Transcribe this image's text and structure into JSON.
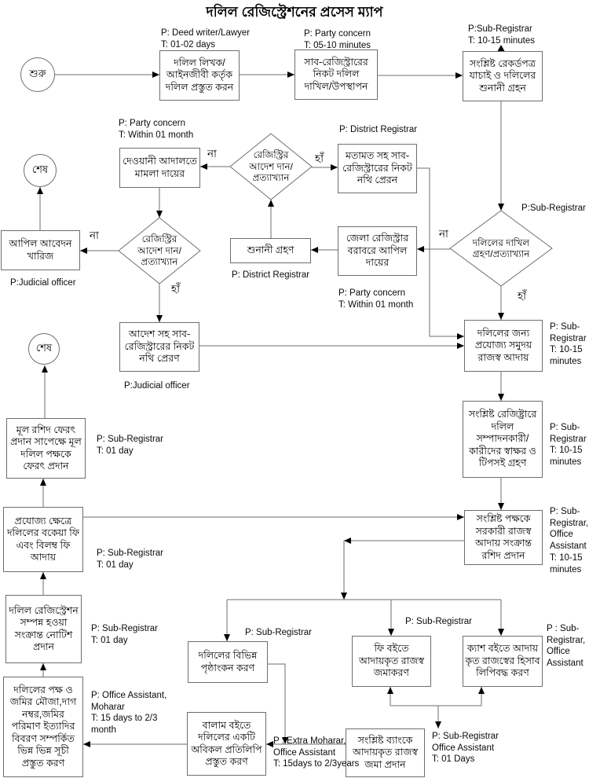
{
  "title": "দলিল রেজিস্ট্রেশনের প্রসেস ম্যাপ",
  "terminals": {
    "start": "শুরু",
    "end_top": "শেষ",
    "end_mid": "শেষ"
  },
  "nodes": {
    "prepare_deed": "দলিল লিখক/\nআইনজীবী কর্তৃক\nদলিল প্রস্তুত করন",
    "submit_deed": "সাব-রেজিস্ট্রারের\nনিকট দলিল\nদাখিল/উপস্থাপন",
    "verify_records": "সংশ্লিষ্ট রেকর্ডপত্র\nযাচাই ও দলিলের\nশুনানী গ্রহন",
    "civil_suit": "দেওয়ানী আদালতে\nমামলা দায়ের",
    "send_file_opinion": "মতামত সহ সাব-\nরেজিস্ট্রারের নিকট\nনথি প্রেরন",
    "appeal_district_registrar": "জেলা রেজিস্ট্রার\nবরাবরে আপিল\nদায়ের",
    "hearing": "শুনানী গ্রহণ",
    "appeal_dismissed": "আপিল আবেদন\nখারিজ",
    "send_file_order": "আদেশ সহ সাব-\nরেজিস্ট্রারের নিকট\nনথি প্রেরণ",
    "collect_revenue": "দলিলের জন্য\nপ্রযোজ্য সমুদয়\nরাজস্ব আদায়",
    "signatures_thumbprints": "সংশ্লিষ্ট রেজিষ্ট্রারে\nদলিল\nসম্পাদনকারী/\nকারীদের স্বাক্ষর ও\nটিপসই গ্রহণ",
    "return_original_deed": "মূল রশিদ ফেরৎ\nপ্রদান সাপেক্ষে মূল\nদলিল পক্ষকে\nফেরৎ প্রদান",
    "collect_due_late_fees": "প্রযোজ্য ক্ষেত্রে\nদলিলের বকেয়া ফি\nএবং বিলম্ব ফি\nআদায়",
    "issue_revenue_receipt": "সংশ্লিষ্ট পক্ষকে\nসরকারী রাজস্ব\nআদায় সংক্রান্ত\nরশিদ প্রদান",
    "completion_notice": "দলিল রেজিস্ট্রেশন\nসম্পন্ন হওয়া\nসংক্রান্ত নোটিশ\nপ্রদান",
    "endorsements": "দলিলের বিভিন্ন\nপৃষ্ঠাংকন করণ",
    "fee_book_deposit": "ফি বইতে\nআদায়কৃত রাজস্ব\nজমাকরণ",
    "cash_book_record": "ক্যাশ বইতে আদায়\nকৃত রাজস্বের হিসাব\nলিপিবদ্ধ করণ",
    "prepare_indexes": "দলিলের পক্ষ ও\nজমির মৌজা,দাগ\nনম্বর,জমির\nপরিমাণ ইত্যাদির\nবিবরণ সম্পর্কিত\nভিন্ন ভিন্ন সূচী\nপ্রস্তুত করণ",
    "balam_copy": "বালাম বইতে\nদলিলের একটি\nঅবিকল প্রতিলিপি\nপ্রস্তুত করণ",
    "bank_deposit": "সংশ্লিষ্ট ব্যাংকে\nআদায়কৃত রাজস্ব\nজমা প্রদান"
  },
  "decisions": {
    "registry_order_1": "রেজিস্ট্রির\nআদেশ দান/\nপ্রত্যাখ্যান",
    "deed_submission": "দলিলের দাখিল\nগ্রহণ/প্রত্যাখ্যান",
    "registry_order_2": "রেজিস্ট্রির\nআদেশ দান/\nপ্রত্যাখ্যান"
  },
  "edge_labels": {
    "yes": "হাঁ",
    "no": "না"
  },
  "annotations": {
    "prepare_deed": "P: Deed writer/Lawyer\nT: 01-02 days",
    "submit_deed": "P: Party concern\nT: 05-10 minutes",
    "verify_records": "P:Sub-Registrar\nT: 10-15 minutes",
    "civil_suit": "P: Party concern\nT: Within 01 month",
    "send_file_opinion": "P: District Registrar",
    "deed_submission": "P:Sub-Registrar",
    "appeal_district_registrar": "P: Party concern\nT: Within 01 month",
    "hearing": "P: District Registrar",
    "appeal_dismissed": "P:Judicial officer",
    "send_file_order": "P:Judicial officer",
    "collect_revenue": "P: Sub-\nRegistrar\nT: 10-15\nminutes",
    "signatures_thumbprints": "P: Sub-\nRegistrar\nT: 10-15\nminutes",
    "return_original_deed": "P: Sub-Registrar\nT: 01 day",
    "collect_due_late_fees": "P: Sub-Registrar\nT: 01 day",
    "issue_revenue_receipt": "P: Sub-\nRegistrar,\nOffice\nAssistant\nT: 10-15\nminutes",
    "completion_notice": "P: Sub-Registrar\nT: 01 day",
    "endorsements": "P: Sub-Registrar",
    "fee_book_deposit": "P: Sub-Registrar",
    "cash_book_record": "P : Sub-\nRegistrar,\nOffice\nAssistant",
    "prepare_indexes": "P: Office Assistant,\nMoharar\nT: 15 days to 2/3\nmonth",
    "balam_copy": "P : Extra Moharar,\nOffice Assistant\nT: 15days to 2/3years",
    "bank_deposit": "P: Sub-Registrar\nOffice Assistant\nT: 01 Days"
  },
  "colors": {
    "line": "#6e6e6e",
    "arrow": "#000000",
    "background": "#ffffff",
    "text": "#000000"
  }
}
